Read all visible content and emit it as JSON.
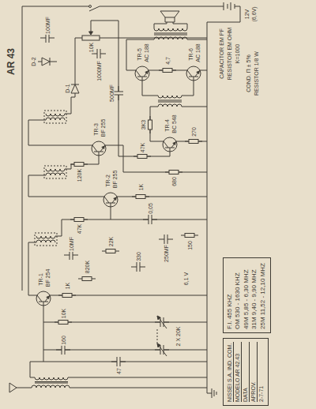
{
  "diagram": {
    "title": "AR 43",
    "nodes": [
      {
        "text": [
          "NISSEI S.A. IND. COM.",
          "MODELO AR 42.43",
          "DATA",
          "APROV.",
          "2-7-71"
        ]
      },
      {
        "text": [
          "F.I. 455 KHZ",
          "OM 530 - 1630 KHZ",
          "49M 5,85 - 6,30 MHZ",
          "31M 9,40 - 9,90 MHZ",
          "25M 11,52 - 12,10 MHZ"
        ]
      }
    ],
    "labels": [
      "TR-1",
      "BF 254",
      "TR-2",
      "BF 255",
      "TR-3",
      "BF 255",
      "TR-4",
      "BC 548",
      "TR-5",
      "AC 188",
      "TR-6",
      "AC 188",
      "D-1",
      "D-2",
      "1K",
      "10K",
      "47K",
      "1K",
      "120K",
      "680",
      "47K",
      "270",
      "4,7",
      "3K3",
      "22K",
      "820K",
      "150",
      "10K",
      "2 X 20K",
      "6,1 V",
      "47",
      "10MF",
      "0,05",
      "250MF",
      "100MF",
      "1000MF",
      "500MF",
      "160",
      "330",
      "CAPACITOR EM PF",
      "RESISTOR EM OHM",
      "K=1000",
      "COND. Π ± 5%",
      "RESISTOR 1/8 W",
      "12V",
      "(6,6V)"
    ]
  }
}
